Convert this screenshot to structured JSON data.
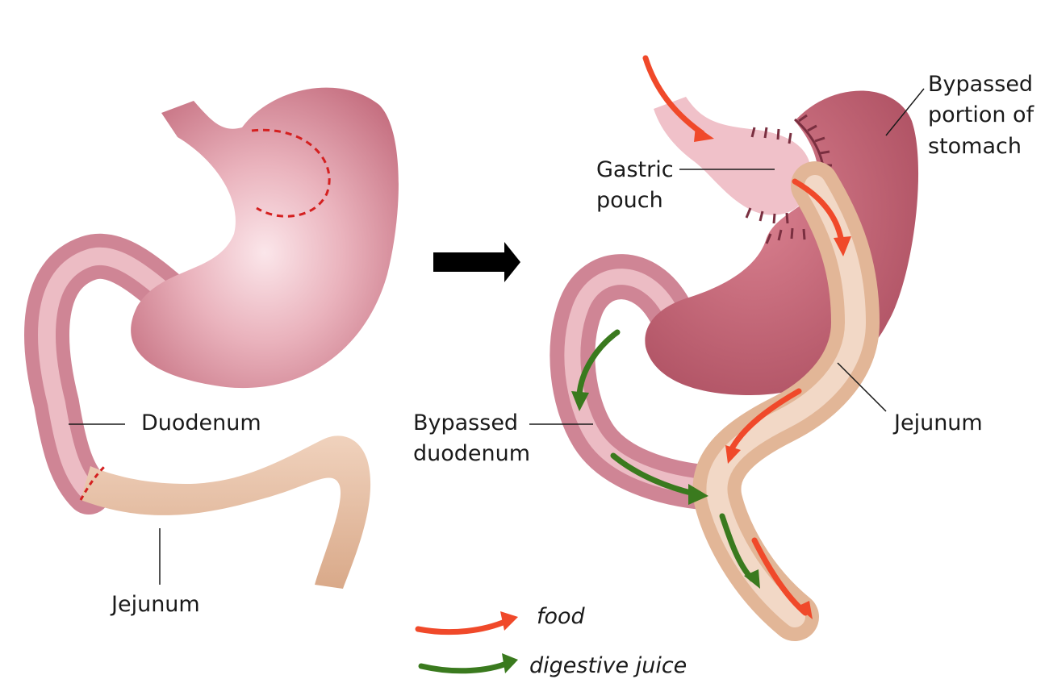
{
  "left_figure": {
    "labels": {
      "duodenum": "Duodenum",
      "jejunum": "Jejunum"
    }
  },
  "right_figure": {
    "labels": {
      "bypassed_stomach": "Bypassed\nportion of\nstomach",
      "gastric_pouch": "Gastric\npouch",
      "bypassed_duodenum": "Bypassed\nduodenum",
      "jejunum": "Jejunum"
    }
  },
  "legend": {
    "food": {
      "label": "food",
      "color": "#f0492a"
    },
    "digestive_juice": {
      "label": "digestive juice",
      "color": "#3a7a1e"
    }
  },
  "colors": {
    "stomach": "#e2a0ab",
    "stomach_dark": "#b55a6c",
    "intestine": "#e8c2a7",
    "cut_line": "#d42020",
    "staple": "#8a3a4a",
    "transition_arrow": "#000000"
  }
}
